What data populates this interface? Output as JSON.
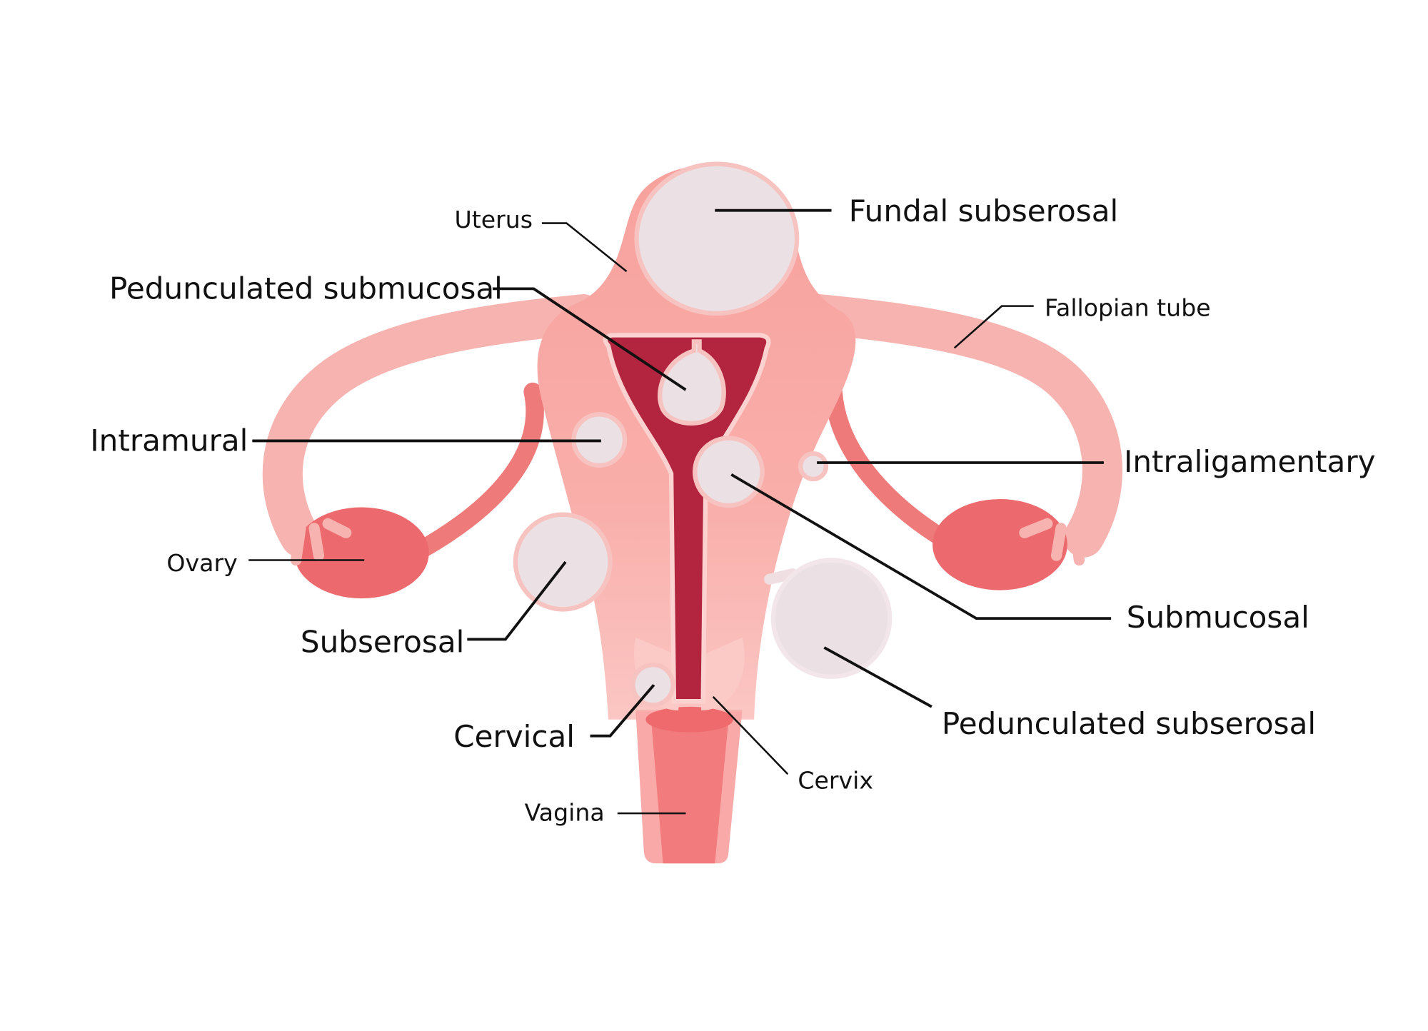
{
  "colors": {
    "uterus": "#f8a19d",
    "uterus_light": "#fbc4c1",
    "cavity": "#b3243f",
    "ovary": "#ec6a6d",
    "vagina": "#f27c7d",
    "fibroid": "#ebe1e5",
    "label_text": "#111111"
  },
  "labels": {
    "uterus": "Uterus",
    "fundal_subserosal": "Fundal subserosal",
    "pedunculated_submucosal": "Pedunculated submucosal",
    "fallopian_tube": "Fallopian tube",
    "intramural": "Intramural",
    "intraligamentary": "Intraligamentary",
    "ovary": "Ovary",
    "submucosal": "Submucosal",
    "subserosal": "Subserosal",
    "pedunculated_subserosal": "Pedunculated subserosal",
    "cervical": "Cervical",
    "cervix": "Cervix",
    "vagina": "Vagina"
  }
}
